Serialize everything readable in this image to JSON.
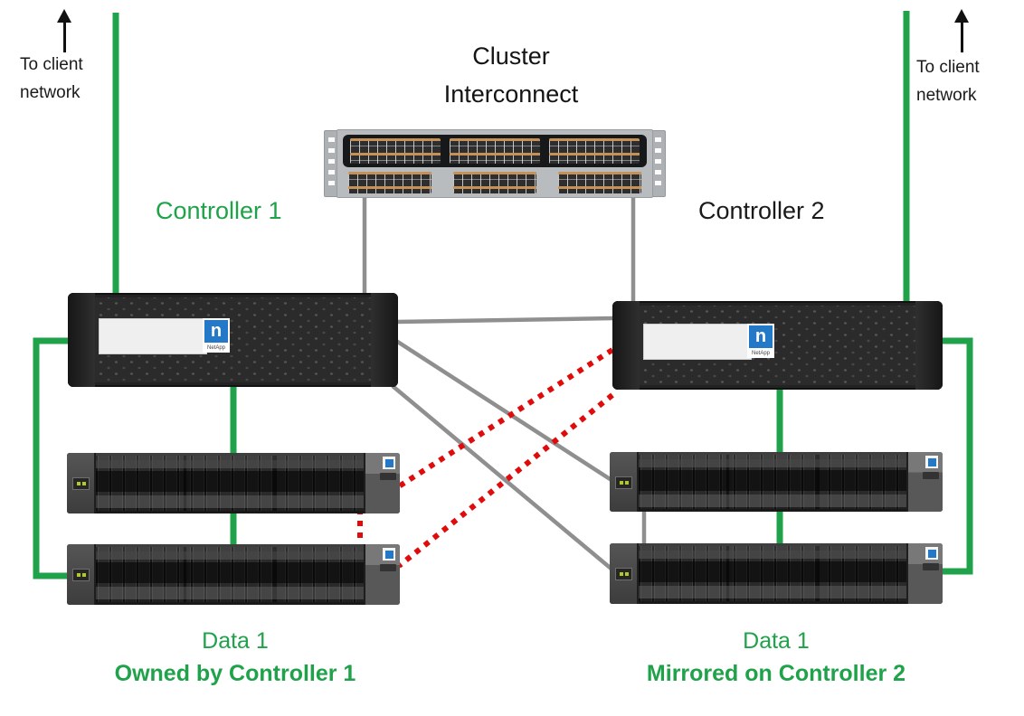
{
  "labels": {
    "cluster_interconnect": "Cluster\nInterconnect",
    "controller_1": "Controller 1",
    "controller_2": "Controller 2",
    "to_client_network_left": "To client\nnetwork",
    "to_client_network_right": "To client\nnetwork"
  },
  "footnotes": {
    "left": {
      "line1": "Data 1",
      "line2": "Owned by Controller 1"
    },
    "right": {
      "line1": "Data 1",
      "line2": "Mirrored on Controller 2"
    }
  },
  "branding": {
    "logo_glyph": "n",
    "wordmark": "NetApp"
  },
  "colors": {
    "network_green": "#1FA24A",
    "mirror_red": "#E00B0B",
    "cable_gray": "#8F8F8F",
    "netapp_blue": "#2478C8"
  }
}
